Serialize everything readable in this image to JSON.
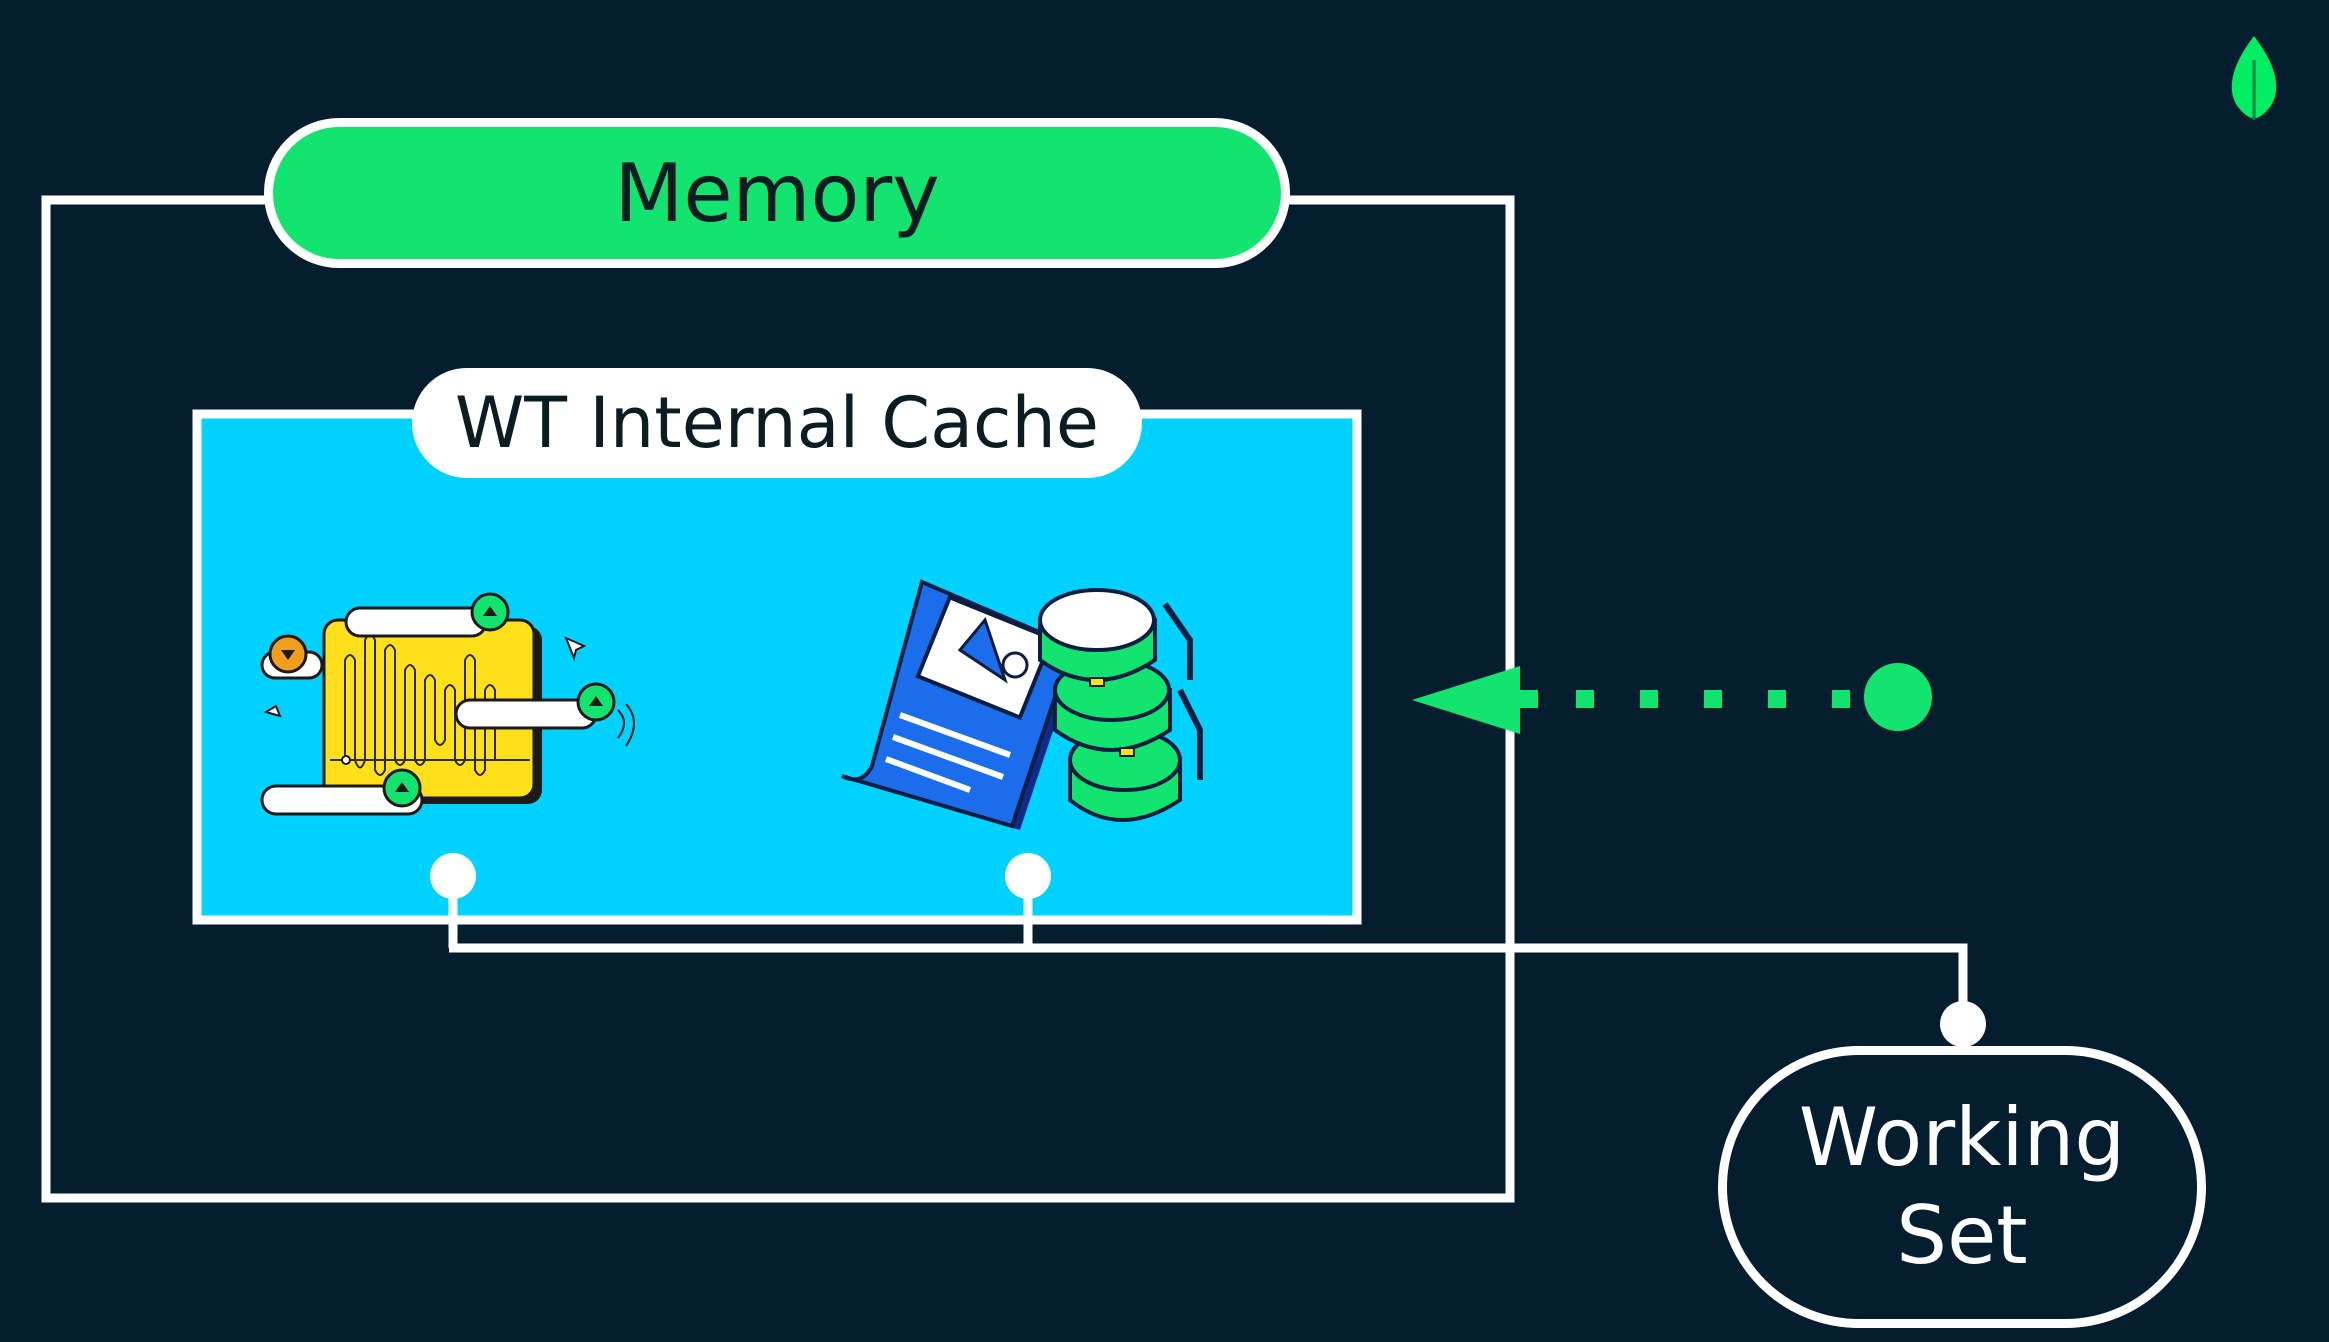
{
  "diagram": {
    "memory_label": "Memory",
    "cache_label": "WT Internal Cache",
    "working_set_line1": "Working",
    "working_set_line2": "Set"
  },
  "colors": {
    "background": "#041e2f",
    "memory_green": "#13e46f",
    "cache_blue": "#00d2ff",
    "arrow_green": "#13e46f",
    "line_white": "#ffffff",
    "leaf_green": "#00ed64"
  },
  "icons": [
    "leaf-logo-icon",
    "dashboard-illustration-icon",
    "document-database-illustration-icon",
    "arrow-left-icon"
  ]
}
